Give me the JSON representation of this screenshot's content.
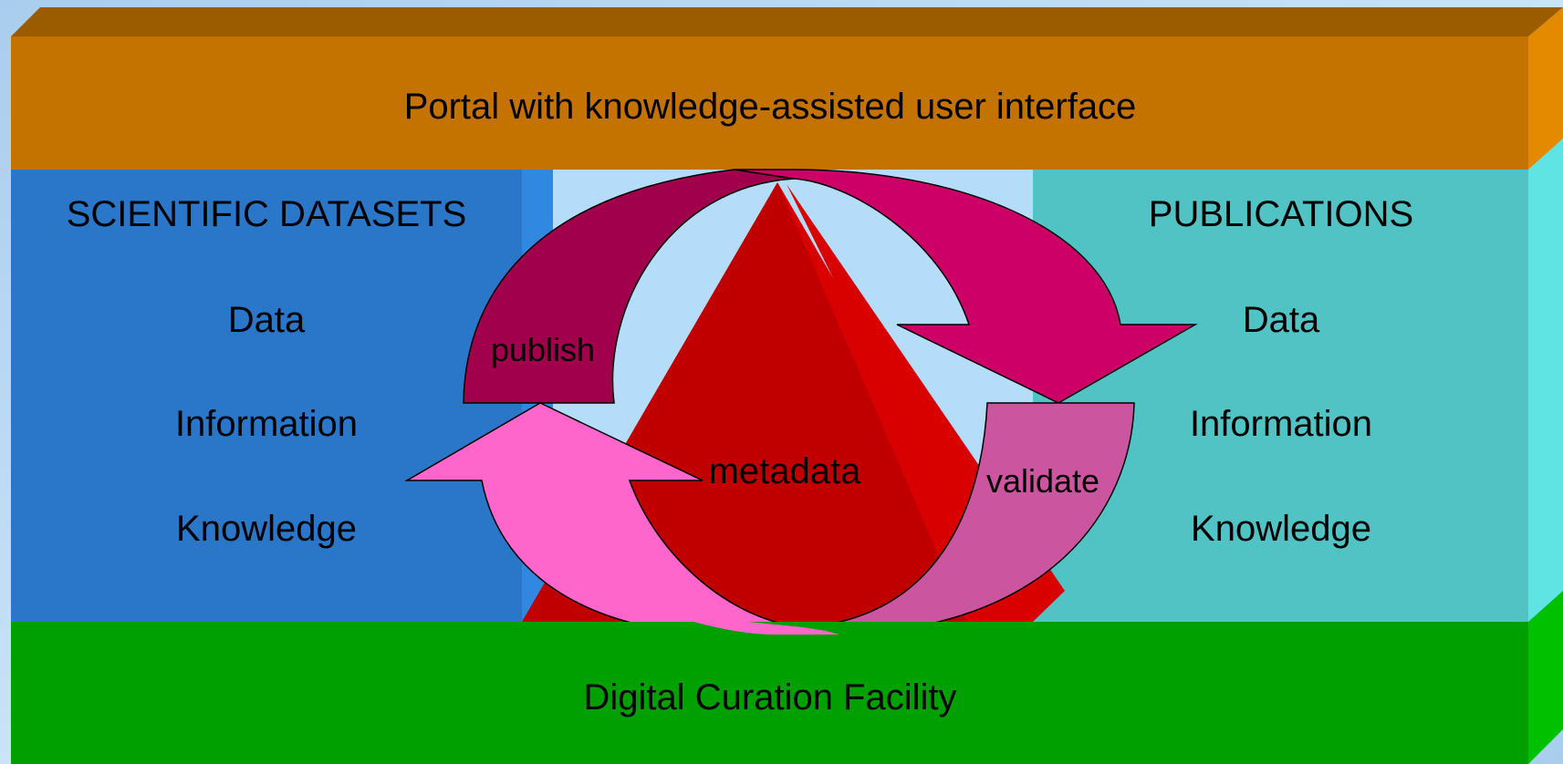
{
  "portal": {
    "label": "Portal with knowledge-assisted user interface"
  },
  "facility": {
    "label": "Digital Curation Facility"
  },
  "datasets": {
    "title": "SCIENTIFIC DATASETS",
    "items": [
      "Data",
      "Information",
      "Knowledge"
    ]
  },
  "publications": {
    "title": "PUBLICATIONS",
    "items": [
      "Data",
      "Information",
      "Knowledge"
    ]
  },
  "cycle": {
    "center": "metadata",
    "publish": "publish",
    "validate": "validate"
  },
  "colors": {
    "portal": "#c47300",
    "portal_top": "#9b5c00",
    "facility": "#00a000",
    "datasets": "#2a76c8",
    "publications": "#52c3c4",
    "triangle": "#c00000",
    "arrow_publish": "#a0004c",
    "arrow_top_right": "#cc0066",
    "arrow_validate": "#cc55a0",
    "arrow_bottom_left": "#ff66cc"
  }
}
